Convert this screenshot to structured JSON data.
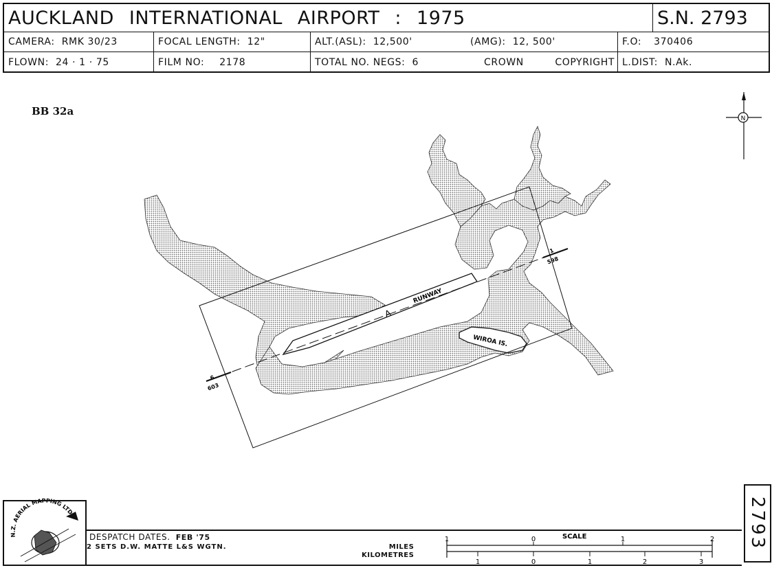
{
  "header": {
    "title_words": [
      "AUCKLAND",
      "INTERNATIONAL",
      "AIRPORT",
      ":",
      "1975"
    ],
    "sortie_number": "S.N. 2793",
    "row2": [
      {
        "label": "CAMERA:",
        "value": "RMK 30/23"
      },
      {
        "label": "FOCAL LENGTH:",
        "value": "12\""
      },
      {
        "label": "ALT.(ASL):",
        "value": "12,500'"
      },
      {
        "label": "(AMG):",
        "value": "12, 500'"
      },
      {
        "label": "F.O:",
        "value": "370406"
      }
    ],
    "row3": [
      {
        "label": "FLOWN:",
        "value": "24 · 1 · 75"
      },
      {
        "label": "FILM NO:",
        "value": "2178"
      },
      {
        "label": "TOTAL NO. NEGS:",
        "value": "6"
      },
      {
        "label": "CROWN",
        "value": "COPYRIGHT"
      },
      {
        "label": "L.DIST:",
        "value": "N.Ak."
      }
    ]
  },
  "map": {
    "reference": "BB 32a",
    "north_label": "N",
    "runway_letter": "A",
    "runway_label": "RUNWAY",
    "island_label": "WIROA IS.",
    "flight_line_start": {
      "neg": "6",
      "frame": "603"
    },
    "flight_line_end": {
      "neg": "1",
      "frame": "598"
    }
  },
  "footer": {
    "logo_text": "N.Z. AERIAL MAPPING LTD.",
    "despatch_label": "DESPATCH DATES.",
    "despatch_date": "FEB '75",
    "sets_line": "2 SETS D.W. MATTE L&S WGTN.",
    "scale_title": "SCALE",
    "miles_label": "MILES",
    "km_label": "KILOMETRES",
    "miles_ticks": [
      "1",
      "0",
      "1",
      "2"
    ],
    "km_ticks": [
      "1",
      "0",
      "1",
      "2",
      "3"
    ],
    "side_number": "2793"
  }
}
